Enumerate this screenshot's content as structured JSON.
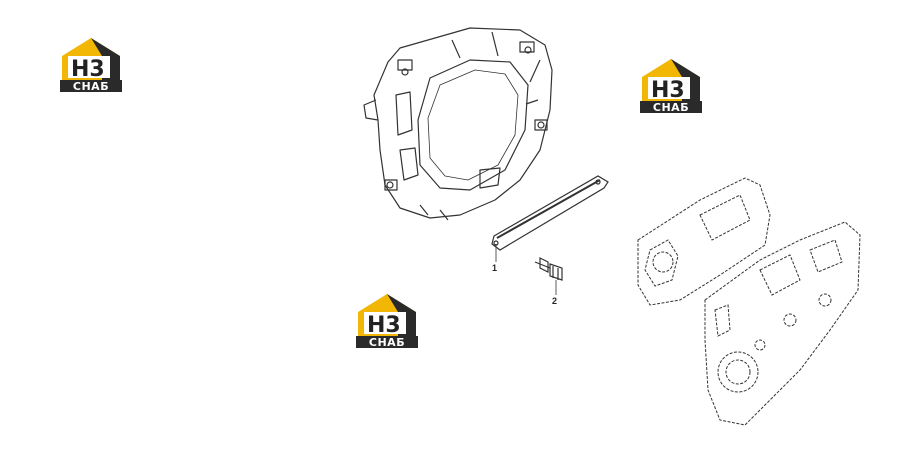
{
  "logos": [
    {
      "id": "logo-top-left",
      "mark": "H3",
      "caption": "СНАБ"
    },
    {
      "id": "logo-top-right",
      "mark": "H3",
      "caption": "СНАБ"
    },
    {
      "id": "logo-center",
      "mark": "H3",
      "caption": "СНАБ"
    }
  ],
  "callouts": [
    "1",
    "2"
  ],
  "colors": {
    "accent": "#f2b705",
    "dark": "#2a2a2a",
    "line": "#333333"
  }
}
